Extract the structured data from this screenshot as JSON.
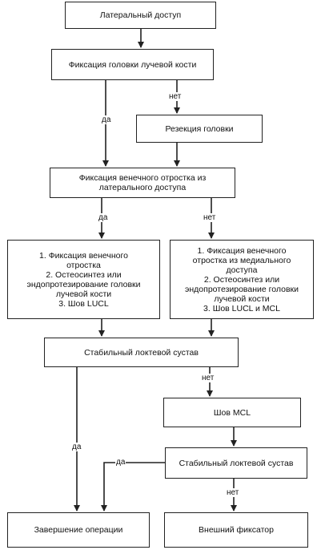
{
  "nodes": {
    "lateral_access": "Латеральный доступ",
    "fix_radial_head": "Фиксация головки лучевой кости",
    "head_resection": "Резекция головки",
    "fix_coronoid_lateral": "Фиксация венечного отростка из\nлатерального доступа",
    "left_steps": "1. Фиксация  венечного\nотростка\n2. Остеосинтез или\nэндопротезирование головки\nлучевой кости\n3. Шов LUCL",
    "right_steps": "1. Фиксация венечного\nотростка из медиального\nдоступа\n2. Остеосинтез или\nэндопротезирование головки\nлучевой кости\n3. Шов LUCL и MCL",
    "stable_elbow_1": "Стабильный локтевой сустав",
    "mcl_suture": "Шов MCL",
    "stable_elbow_2": "Стабильный локтевой сустав",
    "end_operation": "Завершение операции",
    "external_fixator": "Внешний фиксатор"
  },
  "edge_labels": {
    "yes": "да",
    "no": "нет"
  }
}
